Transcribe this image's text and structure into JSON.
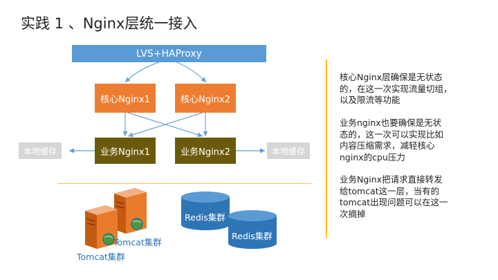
{
  "slide": {
    "title": "实践 1 、Nginx层统一接入"
  },
  "diagram": {
    "lvs_label": "LVS+HAProxy",
    "core_nginx": [
      "核心Nginx1",
      "核心Nginx2"
    ],
    "biz_nginx": [
      "业务Nginx1",
      "业务Nginx2"
    ],
    "local_cache": [
      "本地缓存",
      "本地缓存"
    ],
    "redis": [
      "Redis集群",
      "Redis集群"
    ],
    "tomcat": [
      "Tomcat集群",
      "Tomcat集群"
    ]
  },
  "notes": [
    [
      "核心Nginx层确保是无状态",
      "的，在这一次实现流量切组，",
      "以及限流等功能"
    ],
    [
      "业务nginx也要确保是无状",
      "态的，这一次可以实现比如",
      "内容压缩需求，减轻核心",
      "nginx的cpu压力"
    ],
    [
      "业务Nginx把请求直接转发",
      "给tomcat这一层，当有的",
      "tomcat出现问题可以在这一",
      "次摘掉"
    ]
  ],
  "colors": {
    "lvs": "#5b9bd5",
    "core": "#ed7d31",
    "biz": "#6b5a0c",
    "cache": "#d6d6d6",
    "redis": "#2e75b6",
    "server": "#e97b2d",
    "accent": "#ffc000"
  }
}
